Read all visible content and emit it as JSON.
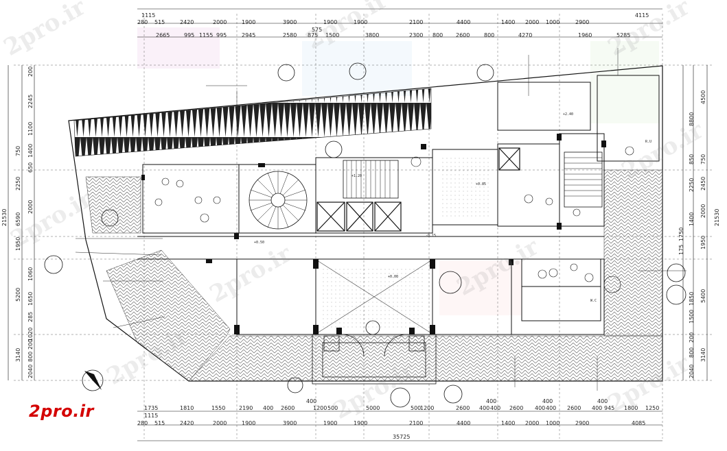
{
  "logo": "2pro.ir",
  "watermark": "2pro.ir",
  "dims": {
    "top_row1": [
      "1115",
      "4115"
    ],
    "top_row2": [
      "280",
      "515",
      "2420",
      "2000",
      "1900",
      "3900",
      "1900",
      "1900",
      "2100",
      "4400",
      "1400",
      "2000",
      "1000",
      "2900"
    ],
    "top_row3": [
      "2665",
      "995",
      "1155",
      "995",
      "2945",
      "2580",
      "875",
      "1500",
      "3800",
      "2300",
      "800",
      "2600",
      "800",
      "4270",
      "1960",
      "5285"
    ],
    "top_mid": "575",
    "bot_row1": [
      "1735",
      "1810",
      "1550",
      "2190",
      "400",
      "2600",
      "1200",
      "500",
      "5000",
      "500",
      "1200",
      "2600",
      "400",
      "400",
      "2600",
      "400",
      "400",
      "2600",
      "400",
      "945",
      "1800",
      "1250"
    ],
    "bot_row2": [
      "1115",
      "280",
      "515",
      "2420",
      "2000",
      "1900",
      "3900",
      "1900",
      "1900",
      "2100",
      "4400",
      "1400",
      "2000",
      "1000",
      "2900",
      "4085"
    ],
    "bot_extra": [
      "400",
      "400",
      "400",
      "400"
    ],
    "bot_total": "35725",
    "left_outer": "21530",
    "left_mid": [
      "750",
      "2250",
      "6590",
      "1950",
      "5200",
      "3140"
    ],
    "left_inner": [
      "200",
      "1100",
      "2245",
      "1400",
      "650",
      "2000",
      "1060",
      "1650",
      "285",
      "1020",
      "200",
      "800",
      "2040"
    ],
    "right_outer": "21530",
    "right_mid": [
      "4500",
      "8800",
      "750",
      "2450",
      "2000",
      "1950",
      "5400",
      "3140"
    ],
    "right_inner": [
      "850",
      "2250",
      "1400",
      "1750",
      "175",
      "1850",
      "1500",
      "200",
      "800",
      "2040"
    ]
  },
  "room_labels": [
    "+0.50",
    "+0.00",
    "W.C",
    "R.U",
    "-0.15",
    "+0.85",
    "+1.20",
    "+2.40"
  ]
}
